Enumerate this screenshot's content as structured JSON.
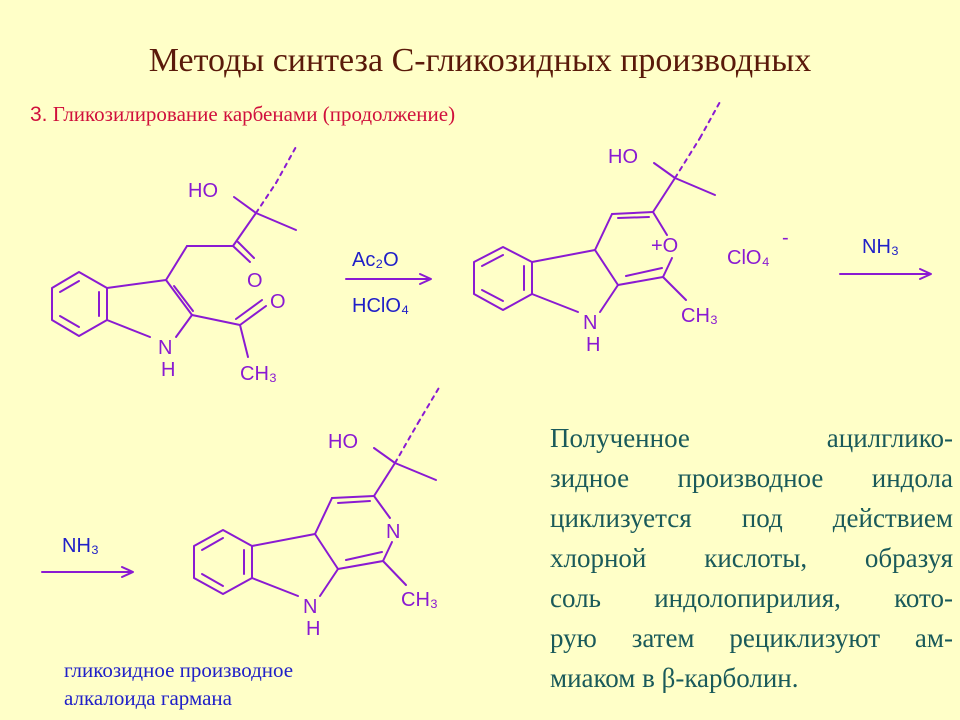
{
  "title": "Методы синтеза С-гликозидных производных",
  "subtitle": {
    "number": "3.",
    "text": "Гликозилирование карбенами (продолжение)"
  },
  "colors": {
    "bond": "#8a1ad2",
    "atom": "#8a1ad2",
    "arrow": "#8a1ad2",
    "reagent": "#2020c8",
    "title": "#5a1a0a",
    "subtitle": "#d0103c",
    "explain": "#1a5a5a",
    "background": "#ffffc8"
  },
  "reaction1": {
    "reagent_top": "Ac₂O",
    "reagent_bottom": "HClO₄"
  },
  "reaction2": {
    "reagent": "NH₃"
  },
  "reaction3": {
    "reagent": "NH₃"
  },
  "molecule1": {
    "labels": {
      "ho": "HO",
      "o_ketone1": "O",
      "o_ketone2": "O",
      "n": "N",
      "h": "H",
      "ch3": "CH₃"
    }
  },
  "molecule2": {
    "labels": {
      "ho": "HO",
      "o_plus": "+O",
      "n": "N",
      "h": "H",
      "ch3": "CH₃",
      "counterion": "ClO₄",
      "charge": "-"
    }
  },
  "molecule3": {
    "labels": {
      "ho": "HO",
      "n_ring": "N",
      "n": "N",
      "h": "H",
      "ch3": "CH₃"
    }
  },
  "caption": {
    "line1": "гликозидное производное",
    "line2": "алкалоида гармана"
  },
  "explanation": {
    "lines": [
      "Полученное ацилглико-",
      "зидное производное индола",
      "циклизуется под действием",
      "хлорной кислоты, образуя",
      "соль индолопирилия, кото-",
      "рую затем рециклизуют ам-",
      "миаком в β-карболин."
    ]
  }
}
